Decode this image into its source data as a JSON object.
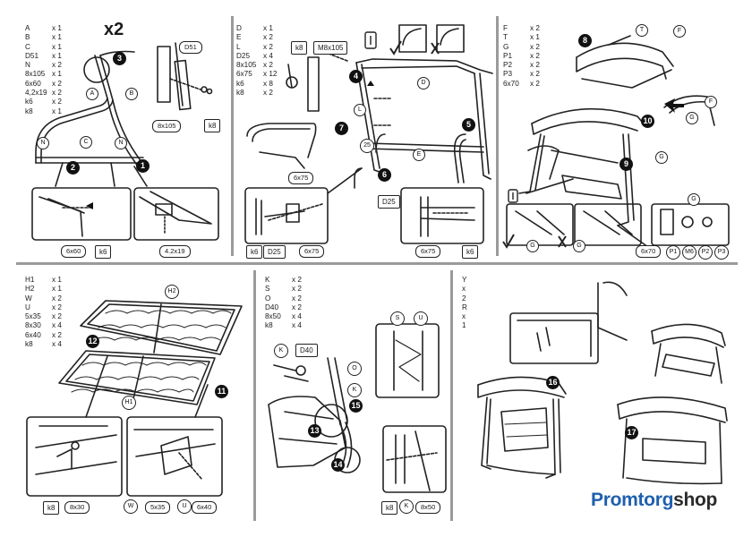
{
  "panel1": {
    "parts": [
      {
        "code": "A",
        "qty": "x 1"
      },
      {
        "code": "B",
        "qty": "x 1"
      },
      {
        "code": "C",
        "qty": "x 1"
      },
      {
        "code": "D51",
        "qty": "x 1"
      },
      {
        "code": "N",
        "qty": "x 2"
      },
      {
        "code": "8x105",
        "qty": "x 1"
      },
      {
        "code": "6x60",
        "qty": "x 2"
      },
      {
        "code": "4,2x19",
        "qty": "x 2"
      },
      {
        "code": "k6",
        "qty": "x 2"
      },
      {
        "code": "k8",
        "qty": "x 1"
      }
    ],
    "multiplier": "x2",
    "callouts": {
      "a": "A",
      "b": "B",
      "c": "C",
      "n1": "N",
      "n2": "N",
      "d51": "D51"
    },
    "steps": {
      "s1": "1",
      "s2": "2",
      "s3": "3"
    },
    "labels": {
      "l8x105": "8x105",
      "k8": "k8",
      "l6x60": "6x60",
      "k6": "k6",
      "l42x19": "4.2x19"
    }
  },
  "panel2": {
    "parts": [
      {
        "code": "D",
        "qty": "x 1"
      },
      {
        "code": "E",
        "qty": "x 2"
      },
      {
        "code": "L",
        "qty": "x 2"
      },
      {
        "code": "D25",
        "qty": "x 4"
      },
      {
        "code": "8x105",
        "qty": "x 2"
      },
      {
        "code": "6x75",
        "qty": "x 12"
      },
      {
        "code": "k6",
        "qty": "x 8"
      },
      {
        "code": "k8",
        "qty": "x 2"
      }
    ],
    "callouts": {
      "k8": "k8",
      "m8": "M8x105",
      "d": "D",
      "l": "L",
      "e": "E",
      "d25a": "D25",
      "d25b": "D25",
      "n25": "25"
    },
    "steps": {
      "s4": "4",
      "s5": "5",
      "s6": "6",
      "s7": "7"
    },
    "labels": {
      "l6x75a": "6x75",
      "k6a": "k6",
      "d25": "D25",
      "l6x75b": "6x75",
      "l6x75c": "6x75",
      "k6b": "k6"
    }
  },
  "panel3": {
    "parts": [
      {
        "code": "F",
        "qty": "x 2"
      },
      {
        "code": "T",
        "qty": "x 1"
      },
      {
        "code": "G",
        "qty": "x 2"
      },
      {
        "code": "P1",
        "qty": "x 2"
      },
      {
        "code": "P2",
        "qty": "x 2"
      },
      {
        "code": "P3",
        "qty": "x 2"
      },
      {
        "code": "6x70",
        "qty": "x 2"
      }
    ],
    "callouts": {
      "t": "T",
      "f1": "F",
      "f2": "F",
      "g1": "G",
      "g2": "G",
      "g3": "G",
      "g4": "G",
      "g5": "G"
    },
    "steps": {
      "s8": "8",
      "s9": "9",
      "s10": "10"
    },
    "labels": {
      "l6x70": "6x70",
      "p1": "P1",
      "m6": "M6",
      "p2": "P2",
      "p3": "P3"
    }
  },
  "panel4": {
    "parts": [
      {
        "code": "H1",
        "qty": "x 1"
      },
      {
        "code": "H2",
        "qty": "x 1"
      },
      {
        "code": "W",
        "qty": "x 2"
      },
      {
        "code": "U",
        "qty": "x 2"
      },
      {
        "code": "5x35",
        "qty": "x 2"
      },
      {
        "code": "8x30",
        "qty": "x 4"
      },
      {
        "code": "6x40",
        "qty": "x 2"
      },
      {
        "code": "k8",
        "qty": "x 4"
      }
    ],
    "callouts": {
      "h1": "H1",
      "h2": "H2"
    },
    "steps": {
      "s11": "11",
      "s12": "12"
    },
    "labels": {
      "k8": "k8",
      "l8x30": "8x30",
      "w": "W",
      "l5x35": "5x35",
      "u": "U",
      "l6x40": "6x40"
    }
  },
  "panel5": {
    "parts": [
      {
        "code": "K",
        "qty": "x 2"
      },
      {
        "code": "S",
        "qty": "x 2"
      },
      {
        "code": "O",
        "qty": "x 2"
      },
      {
        "code": "D40",
        "qty": "x 2"
      },
      {
        "code": "8x50",
        "qty": "x 4"
      },
      {
        "code": "k8",
        "qty": "x 4"
      }
    ],
    "callouts": {
      "k1": "K",
      "d40": "D40",
      "o": "O",
      "k2": "K",
      "s": "S",
      "u": "U"
    },
    "steps": {
      "s13": "13",
      "s14": "14",
      "s15": "15"
    },
    "labels": {
      "k8": "k8",
      "k": "K",
      "l8x50": "8x50"
    }
  },
  "panel6": {
    "parts": [
      {
        "code": "Y x 2",
        "qty": ""
      },
      {
        "code": "R x 1",
        "qty": ""
      }
    ],
    "steps": {
      "s16": "16",
      "s17": "17"
    }
  },
  "logo": {
    "part1": "Promtorg",
    "part2": "shop"
  },
  "icons": [
    "wrench-icon",
    "check-icon",
    "cross-icon",
    "arrow-icon"
  ],
  "colors": {
    "accent": "#1f5fae",
    "line": "#222222",
    "divider": "#9a9a9a",
    "step": "#111111"
  }
}
